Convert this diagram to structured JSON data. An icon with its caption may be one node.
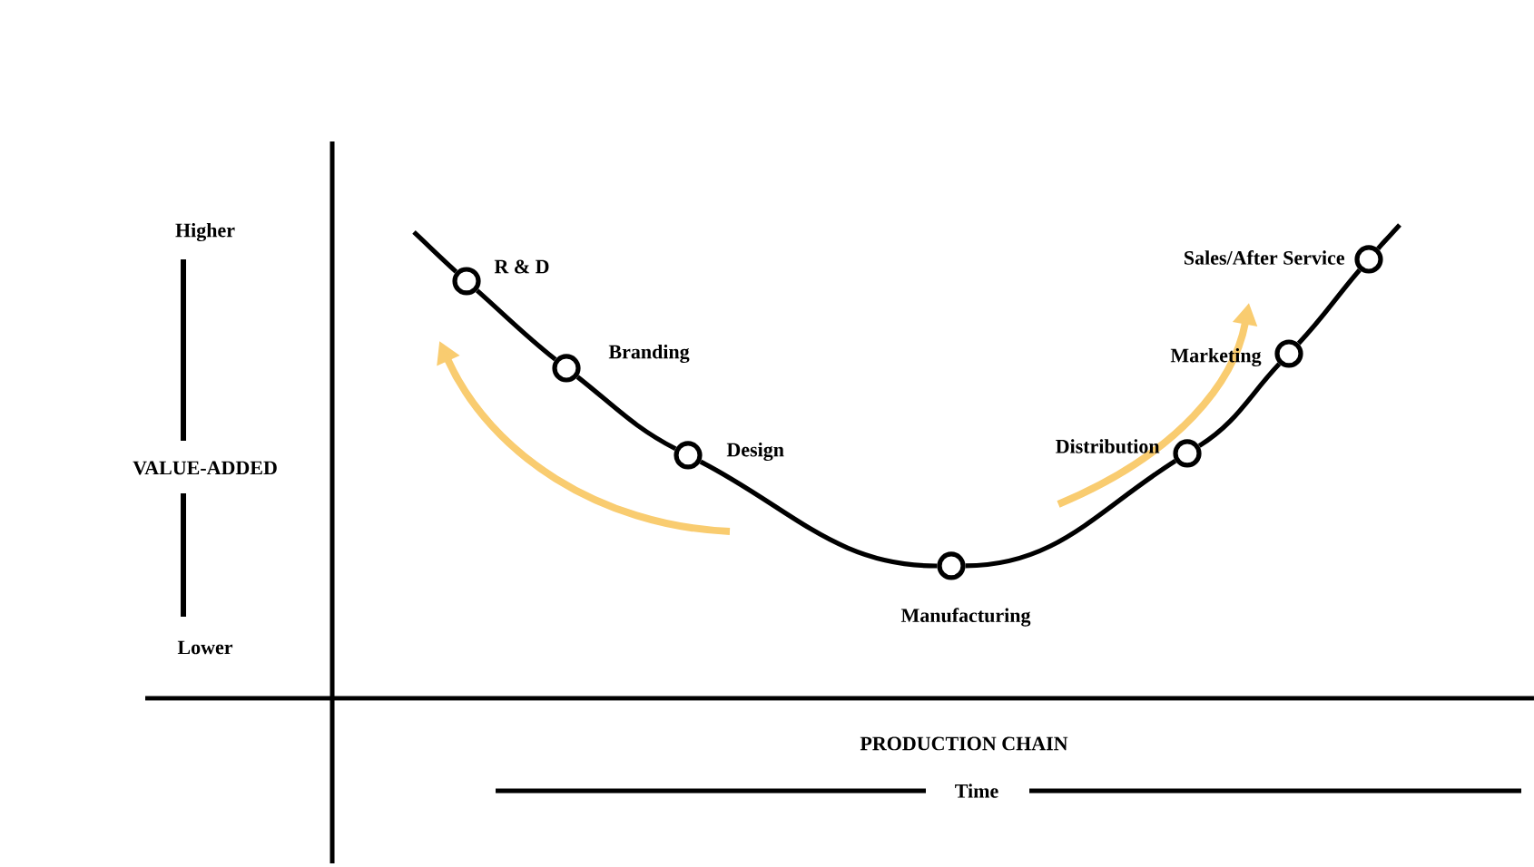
{
  "diagram": {
    "nodes": [
      {
        "text": [],
        "shape": "circle",
        "beside": [
          "R & D"
        ]
      },
      {
        "text": [],
        "shape": "circle",
        "beside": [
          "Branding"
        ]
      },
      {
        "text": [],
        "shape": "circle",
        "beside": [
          "Design"
        ]
      },
      {
        "text": [],
        "shape": "circle",
        "beside": [
          "Manufacturing"
        ]
      },
      {
        "text": [],
        "shape": "circle",
        "beside": [
          "Distribution"
        ]
      },
      {
        "text": [],
        "shape": "circle",
        "beside": [
          "Marketing"
        ]
      },
      {
        "text": [],
        "shape": "circle",
        "beside": [
          "Sales/After Service"
        ]
      }
    ],
    "edges": [
      {
        "from": null,
        "to": 0,
        "arrow": "none"
      },
      {
        "from": 0,
        "to": 1,
        "arrow": "none"
      },
      {
        "from": 1,
        "to": 2,
        "arrow": "none"
      },
      {
        "from": 2,
        "to": 3,
        "arrow": "none"
      },
      {
        "from": 3,
        "to": 4,
        "arrow": "none"
      },
      {
        "from": 4,
        "to": 5,
        "arrow": "none"
      },
      {
        "from": 5,
        "to": 6,
        "arrow": "none"
      },
      {
        "from": 6,
        "to": null,
        "arrow": "none"
      }
    ],
    "labels": [
      "Higher",
      "VALUE-ADDED",
      "Lower",
      "PRODUCTION CHAIN",
      "Time"
    ]
  }
}
